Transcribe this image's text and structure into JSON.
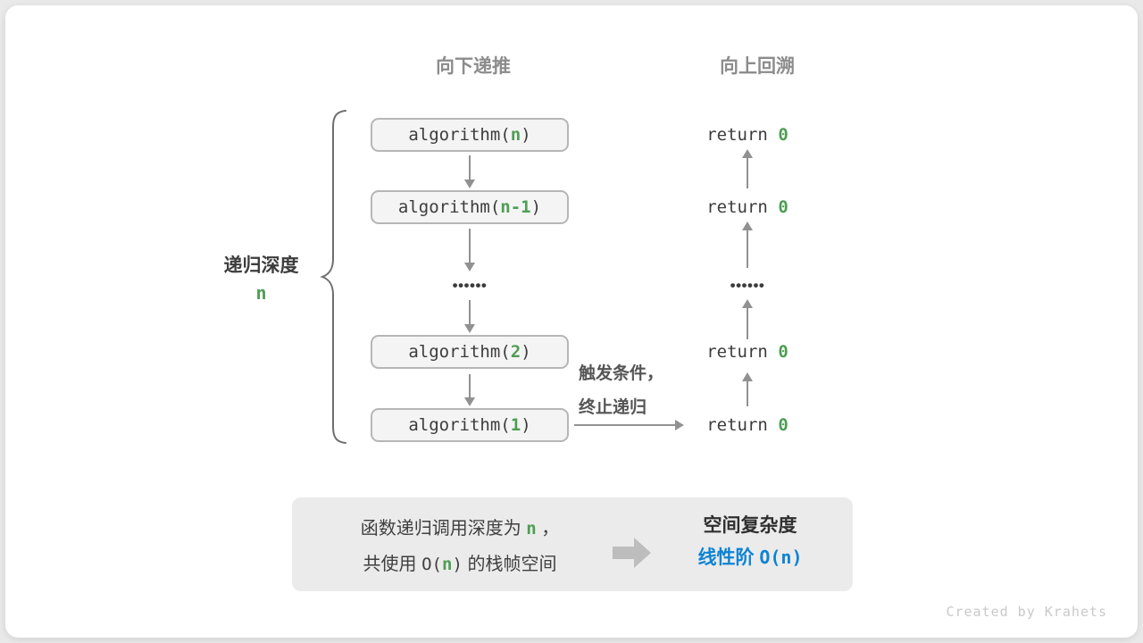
{
  "diagram": {
    "col_down_header": "向下递推",
    "col_up_header": "向上回溯",
    "depth_label": "递归深度",
    "depth_value": "n",
    "call_stack": [
      {
        "pre": "algorithm(",
        "arg": "n",
        "post": ")"
      },
      {
        "pre": "algorithm(",
        "arg": "n-1",
        "post": ")"
      },
      {
        "pre": "algorithm(",
        "arg": "2",
        "post": ")"
      },
      {
        "pre": "algorithm(",
        "arg": "1",
        "post": ")"
      }
    ],
    "left_ellipsis": "••••••",
    "right_ellipsis": "••••••",
    "returns": [
      {
        "pre": "return ",
        "val": "0"
      },
      {
        "pre": "return ",
        "val": "0"
      },
      {
        "pre": "return ",
        "val": "0"
      },
      {
        "pre": "return ",
        "val": "0"
      }
    ],
    "trigger_line1": "触发条件，",
    "trigger_line2": "终止递归"
  },
  "summary": {
    "line1_pre": "函数递归调用深度为 ",
    "line1_var": "n",
    "line1_post": " ，",
    "line2_pre": "共使用 ",
    "line2_O_open": "O(",
    "line2_var": "n",
    "line2_O_close": ")",
    "line2_post": " 的栈帧空间",
    "result_title": "空间复杂度",
    "result_class_zh": "线性阶 ",
    "result_big_o": "O(n)"
  },
  "page": {
    "watermark": "Created by Krahets"
  },
  "colors": {
    "accent_green": "#4d9e53",
    "accent_blue": "#0c83d4",
    "arrow_gray": "#919191",
    "box_border": "#b6b6b6",
    "box_fill": "#f4f4f4",
    "panel_fill": "#ebebeb",
    "header_gray": "#8c8c8c",
    "text_dark": "#3c3c3c",
    "watermark_gray": "#c9c9c9"
  }
}
